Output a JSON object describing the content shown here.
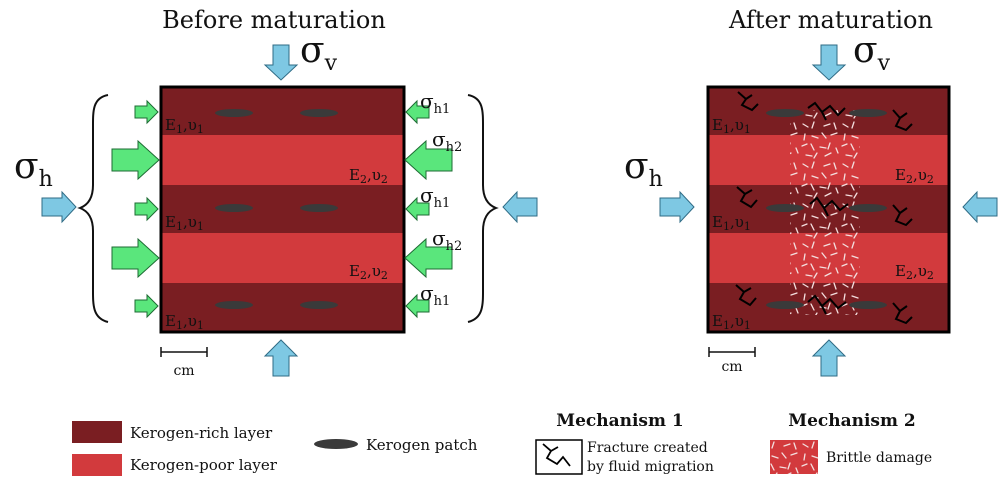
{
  "panels": {
    "before": {
      "title": "Before maturation",
      "sigma_v": "σ",
      "sigma_v_sub": "v",
      "sigma_h": "σ",
      "sigma_h_sub": "h",
      "layer_labels": {
        "rich_e": "E",
        "rich_e_sub": "1",
        "rich_nu": ",υ",
        "rich_nu_sub": "1",
        "poor_e": "E",
        "poor_e_sub": "2",
        "poor_nu": ",υ",
        "poor_nu_sub": "2"
      },
      "side_stresses": [
        {
          "sym": "σ",
          "sub": "h1"
        },
        {
          "sym": "σ",
          "sub": "h2"
        },
        {
          "sym": "σ",
          "sub": "h1"
        },
        {
          "sym": "σ",
          "sub": "h2"
        },
        {
          "sym": "σ",
          "sub": "h1"
        }
      ],
      "scale_label": "cm"
    },
    "after": {
      "title": "After maturation",
      "sigma_v": "σ",
      "sigma_v_sub": "v",
      "sigma_h": "σ",
      "sigma_h_sub": "h",
      "scale_label": "cm"
    }
  },
  "legend": {
    "rich_layer": "Kerogen-rich layer",
    "poor_layer": "Kerogen-poor layer",
    "patch": "Kerogen patch",
    "mechanism1_title": "Mechanism 1",
    "mechanism1_line1": "Fracture created",
    "mechanism1_line2": "by fluid migration",
    "mechanism2_title": "Mechanism 2",
    "mechanism2_label": "Brittle damage"
  },
  "colors": {
    "kerogen_rich": "#7a1e22",
    "kerogen_poor": "#d23a3d",
    "patch": "#3a3a3a",
    "blue_arrow": "#7ec8e3",
    "green_arrow": "#5ae67c"
  }
}
